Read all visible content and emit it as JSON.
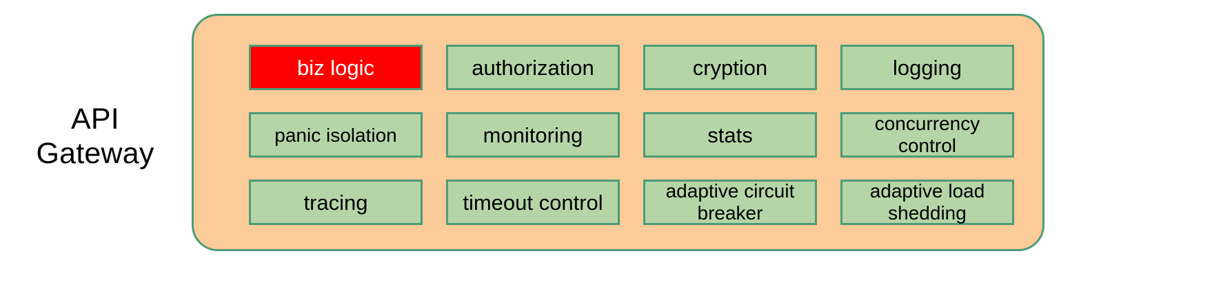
{
  "diagram": {
    "side_label": "API\nGateway",
    "container": {
      "name": "api-gateway-container",
      "fill_color": "#FBCB99",
      "border_color": "#4D9C76"
    },
    "box_style": {
      "fill_color": "#B5D5A7",
      "border_color": "#4D9C76",
      "text_color": "#000000",
      "highlight_fill_color": "#FF0000",
      "highlight_text_color": "#FFFFFF"
    },
    "components": [
      {
        "id": "biz-logic",
        "label": "biz logic",
        "row": 1,
        "col": 1,
        "highlighted": true,
        "lines": 1
      },
      {
        "id": "authorization",
        "label": "authorization",
        "row": 1,
        "col": 2,
        "highlighted": false,
        "lines": 1
      },
      {
        "id": "cryption",
        "label": "cryption",
        "row": 1,
        "col": 3,
        "highlighted": false,
        "lines": 1
      },
      {
        "id": "logging",
        "label": "logging",
        "row": 1,
        "col": 4,
        "highlighted": false,
        "lines": 1
      },
      {
        "id": "panic-isolation",
        "label": "panic isolation",
        "row": 2,
        "col": 1,
        "highlighted": false,
        "lines": 1
      },
      {
        "id": "monitoring",
        "label": "monitoring",
        "row": 2,
        "col": 2,
        "highlighted": false,
        "lines": 1
      },
      {
        "id": "stats",
        "label": "stats",
        "row": 2,
        "col": 3,
        "highlighted": false,
        "lines": 1
      },
      {
        "id": "concurrency-control",
        "label": "concurrency\ncontrol",
        "row": 2,
        "col": 4,
        "highlighted": false,
        "lines": 2
      },
      {
        "id": "tracing",
        "label": "tracing",
        "row": 3,
        "col": 1,
        "highlighted": false,
        "lines": 1
      },
      {
        "id": "timeout-control",
        "label": "timeout control",
        "row": 3,
        "col": 2,
        "highlighted": false,
        "lines": 1
      },
      {
        "id": "adaptive-circuit-breaker",
        "label": "adaptive circuit\nbreaker",
        "row": 3,
        "col": 3,
        "highlighted": false,
        "lines": 2
      },
      {
        "id": "adaptive-load-shedding",
        "label": "adaptive load\nshedding",
        "row": 3,
        "col": 4,
        "highlighted": false,
        "lines": 2
      }
    ]
  }
}
